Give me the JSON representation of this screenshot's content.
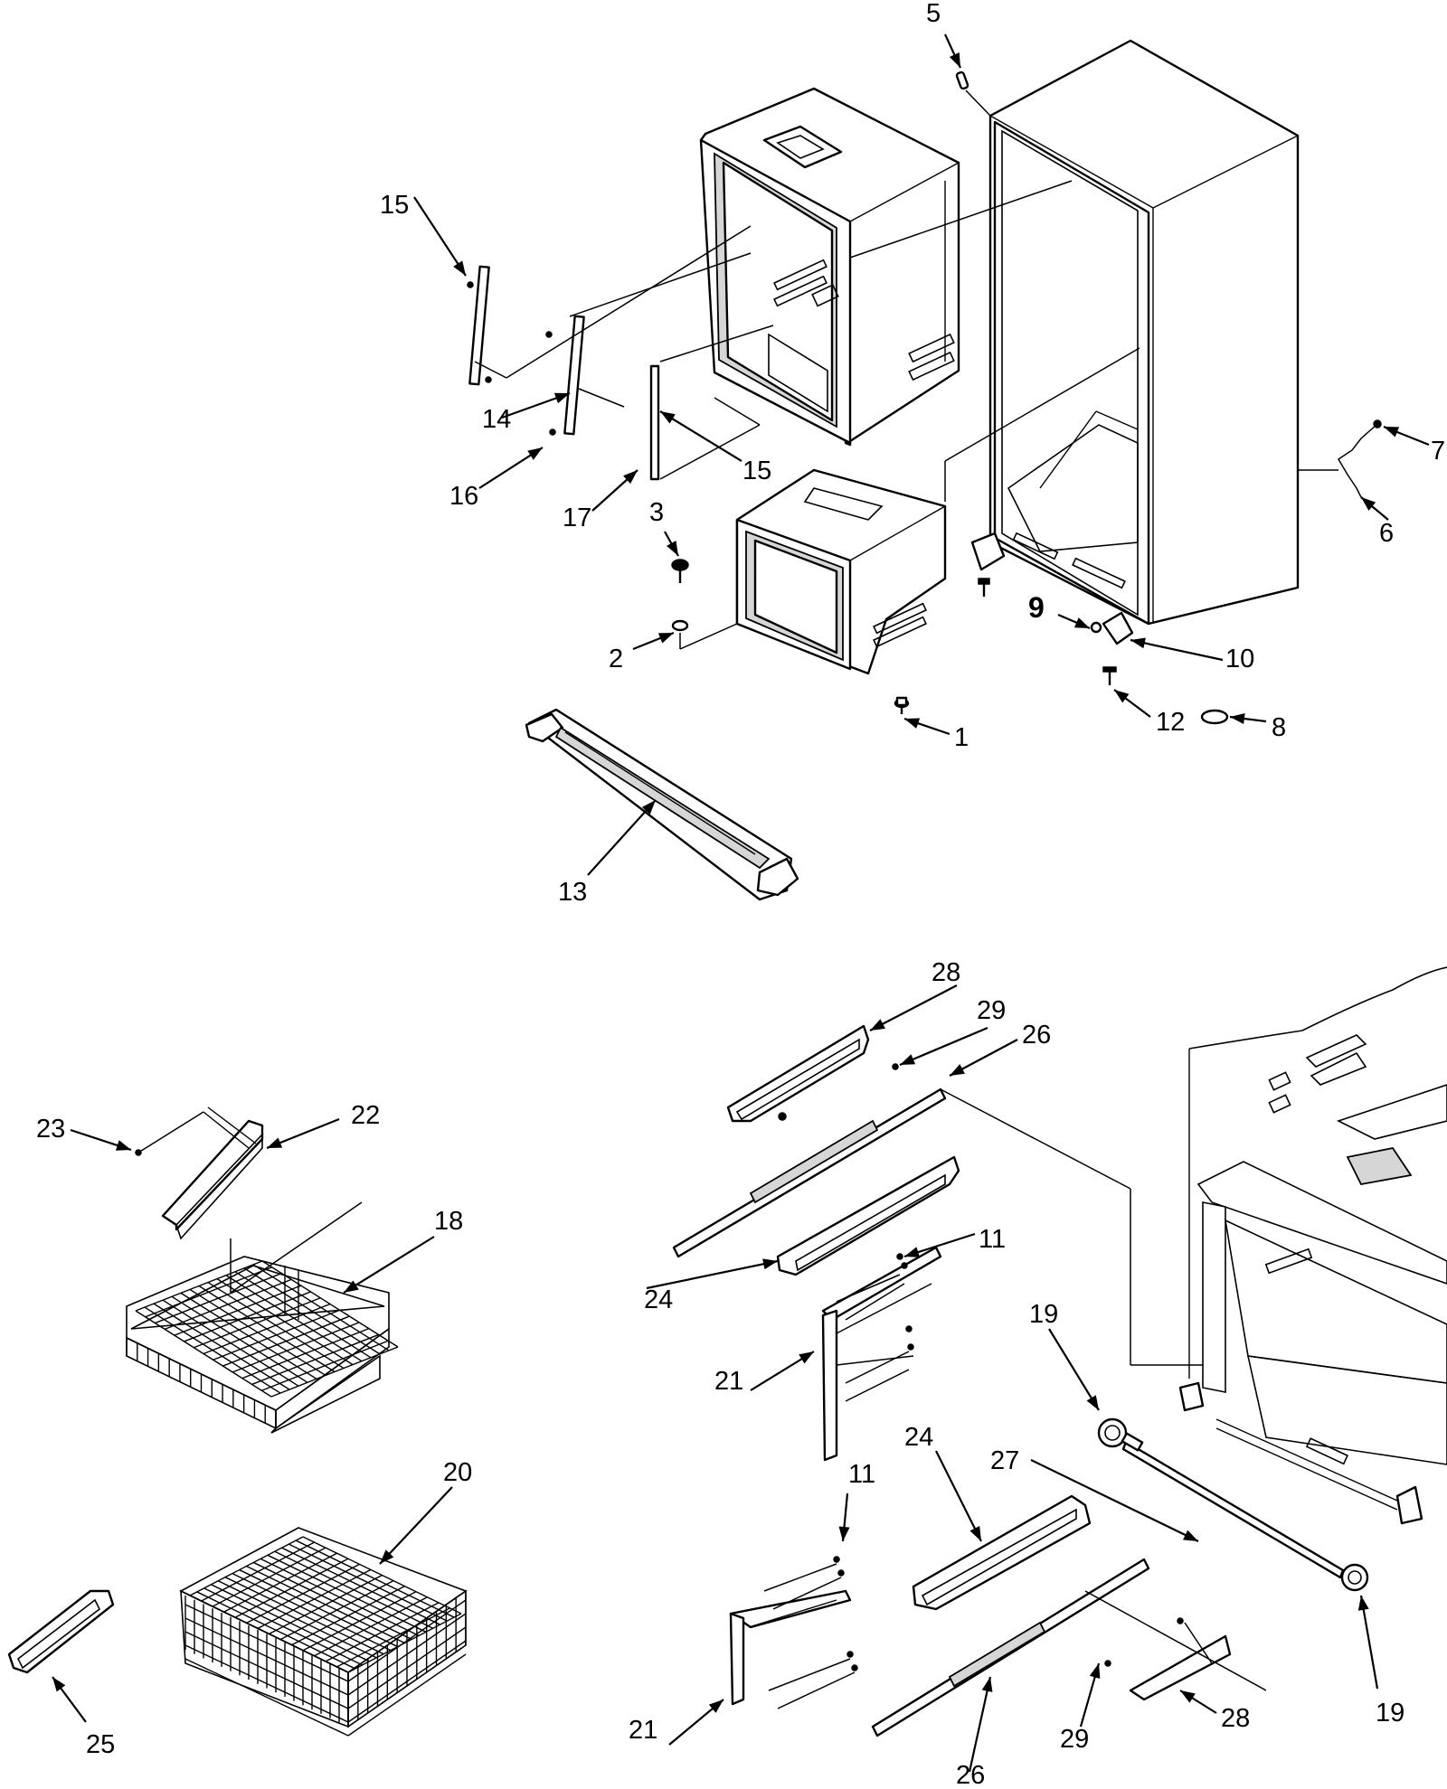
{
  "diagram": {
    "callouts": [
      {
        "id": "c1",
        "text": "1"
      },
      {
        "id": "c2",
        "text": "2"
      },
      {
        "id": "c3",
        "text": "3"
      },
      {
        "id": "c5",
        "text": "5"
      },
      {
        "id": "c6",
        "text": "6"
      },
      {
        "id": "c7",
        "text": "7"
      },
      {
        "id": "c8",
        "text": "8"
      },
      {
        "id": "c9",
        "text": "9"
      },
      {
        "id": "c10",
        "text": "10"
      },
      {
        "id": "c11a",
        "text": "11"
      },
      {
        "id": "c11b",
        "text": "11"
      },
      {
        "id": "c12",
        "text": "12"
      },
      {
        "id": "c13",
        "text": "13"
      },
      {
        "id": "c14",
        "text": "14"
      },
      {
        "id": "c15a",
        "text": "15"
      },
      {
        "id": "c15b",
        "text": "15"
      },
      {
        "id": "c16",
        "text": "16"
      },
      {
        "id": "c17",
        "text": "17"
      },
      {
        "id": "c18",
        "text": "18"
      },
      {
        "id": "c19a",
        "text": "19"
      },
      {
        "id": "c19b",
        "text": "19"
      },
      {
        "id": "c20",
        "text": "20"
      },
      {
        "id": "c21a",
        "text": "21"
      },
      {
        "id": "c21b",
        "text": "21"
      },
      {
        "id": "c22",
        "text": "22"
      },
      {
        "id": "c23",
        "text": "23"
      },
      {
        "id": "c24a",
        "text": "24"
      },
      {
        "id": "c24b",
        "text": "24"
      },
      {
        "id": "c25",
        "text": "25"
      },
      {
        "id": "c26a",
        "text": "26"
      },
      {
        "id": "c26b",
        "text": "26"
      },
      {
        "id": "c27",
        "text": "27"
      },
      {
        "id": "c28a",
        "text": "28"
      },
      {
        "id": "c28b",
        "text": "28"
      },
      {
        "id": "c29a",
        "text": "29"
      },
      {
        "id": "c29b",
        "text": "29"
      }
    ]
  }
}
